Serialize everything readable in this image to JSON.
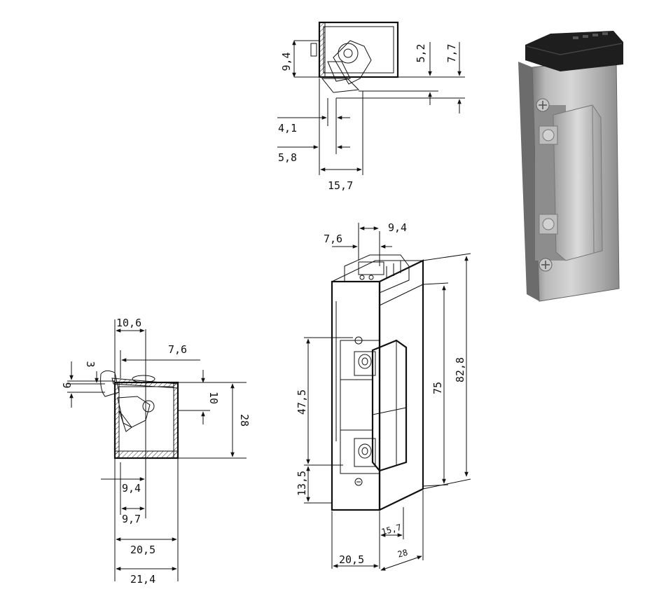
{
  "top_view": {
    "dims": {
      "d94": "9,4",
      "d52": "5,2",
      "d77": "7,7",
      "d41": "4,1",
      "d58": "5,8",
      "d157": "15,7"
    }
  },
  "side_view": {
    "dims": {
      "d106": "10,6",
      "d76": "7,6",
      "d3": "3",
      "d9": "9",
      "d10": "10",
      "d28": "28",
      "d94": "9,4",
      "d97": "9,7",
      "d205": "20,5",
      "d214": "21,4"
    }
  },
  "iso_view": {
    "dims": {
      "d76": "7,6",
      "d94": "9,4",
      "d475": "47,5",
      "d135": "13,5",
      "d75": "75",
      "d828": "82,8",
      "d157": "15,7",
      "d28": "28",
      "d205": "20,5"
    }
  },
  "photo": {
    "caption": ""
  }
}
